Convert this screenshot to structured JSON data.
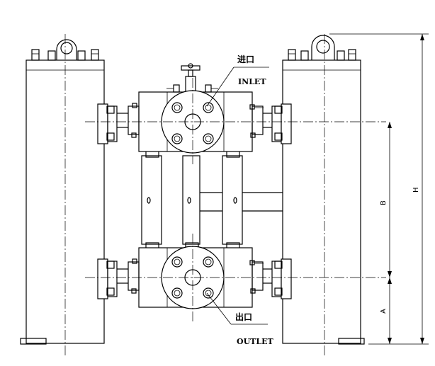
{
  "labels": {
    "inlet_cn": "进口",
    "inlet_en": "INLET",
    "outlet_cn": "出口",
    "outlet_en": "OUTLET"
  },
  "dimensions": {
    "a": "A",
    "b": "B",
    "h": "H"
  }
}
